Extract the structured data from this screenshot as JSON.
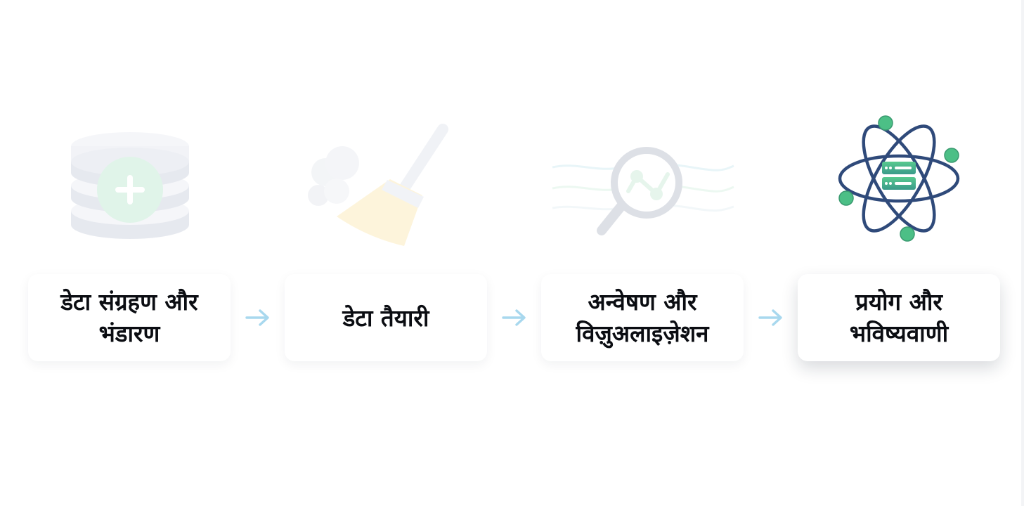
{
  "workflow": {
    "steps": [
      {
        "label": "डेटा संग्रहण और भंडारण",
        "icon": "database-add-icon",
        "state": "inactive"
      },
      {
        "label": "डेटा तैयारी",
        "icon": "broom-icon",
        "state": "inactive"
      },
      {
        "label": "अन्वेषण और विज़ुअलाइज़ेशन",
        "icon": "magnifier-chart-icon",
        "state": "inactive"
      },
      {
        "label": "प्रयोग और भविष्यवाणी",
        "icon": "atom-server-icon",
        "state": "active"
      }
    ],
    "connector_icon": "arrow-right-icon"
  },
  "colors": {
    "card_text": "#0b0d12",
    "arrow": "#a8d8ee",
    "atom_orbit": "#2f4a7a",
    "atom_node": "#4cbf86",
    "faded_icon_gray": "#d2d6df",
    "faded_icon_green": "#d6f1e2",
    "faded_broom_yellow": "#fbe7b0"
  }
}
